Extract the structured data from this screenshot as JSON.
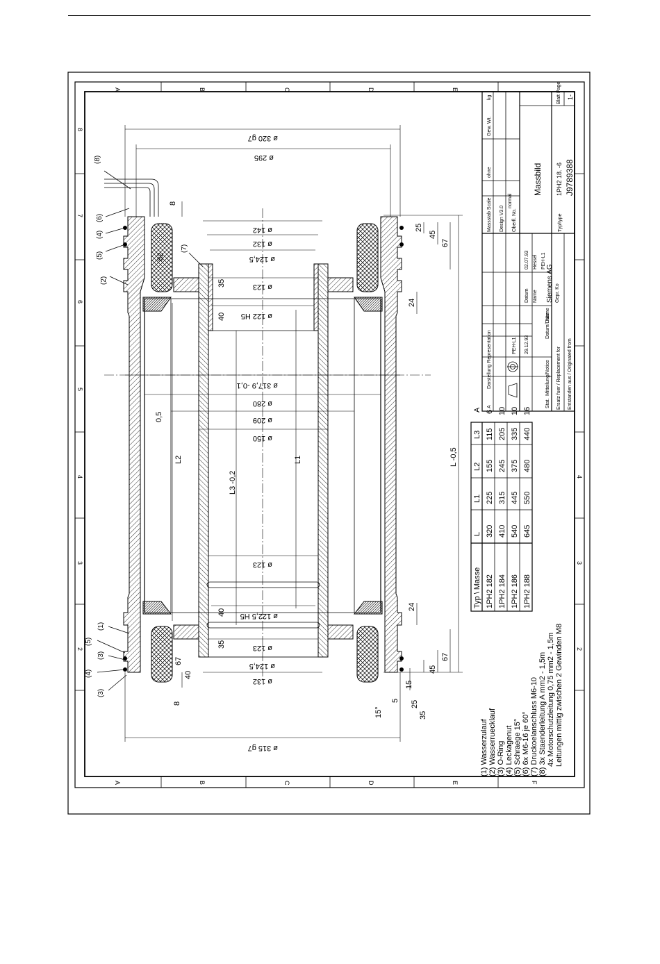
{
  "drawing": {
    "frame_letters": [
      "A",
      "B",
      "C",
      "D",
      "E",
      "F"
    ],
    "frame_numbers": [
      "8",
      "7",
      "6",
      "5",
      "4",
      "3",
      "2"
    ],
    "dimensions": {
      "d320": "ø 320 g7",
      "d295": "ø 295",
      "d142": "ø 142",
      "d132_top": "ø 132",
      "d1245_top": "ø 124,5",
      "d123_top": "ø 123",
      "d122_top": "ø 122 H5",
      "d3179": "ø 317,9 -0,1",
      "d280": "ø 280",
      "d209": "ø 209",
      "d150": "ø 150",
      "d123_mid": "ø 123",
      "d1225": "ø 122,5 H5",
      "d123_bot": "ø 123",
      "d1245_bot": "ø 124,5",
      "d132_bot": "ø 132",
      "d315": "ø 315 g7",
      "v8_top": "8",
      "v25_top": "25",
      "v45_top": "45",
      "v67_top": "67",
      "v82": "82",
      "v35_top": "35",
      "v40_top": "40",
      "v24_top": "24",
      "v24_bot": "24",
      "v40_bot": "40",
      "v35_bot": "35",
      "v67_bot_l": "67",
      "v40_bot_l": "40",
      "v67_bot": "67",
      "v45_bot": "45",
      "v25_bot": "25",
      "v15_bot": "15",
      "v35_b2": "35",
      "v5": "5",
      "v8_bot": "8",
      "v05": "0,5",
      "angle": "15°",
      "L": "L -0,5",
      "L1": "L1",
      "L2": "L2",
      "L3": "L3 -0,2"
    },
    "callouts": [
      "(8)",
      "(6)",
      "(4)",
      "(5)",
      "(2)",
      "(7)",
      "(1)",
      "(5)",
      "(3)",
      "(4)",
      "(3)"
    ],
    "legend": [
      "(1) Wasserzulauf",
      "(2) Wasserruecklauf",
      "(3) O-Ring",
      "(4) Leckagenut",
      "(5) Schraege 15°",
      "(6) 6x M6-16 je 60°",
      "(7) Druckoelanschluss M6-10",
      "(8) 3x Staenderleitung A mm2 - 1,5m",
      "4x Motorschutzleitung 0,75 mm2 - 1,5m",
      "Leitungen mittig zwischen 2 Gewinden M8"
    ],
    "table": {
      "headers": [
        "Typ \\ Masse",
        "L",
        "L1",
        "L2",
        "L3",
        "A"
      ],
      "rows": [
        [
          "1PH2 182",
          "320",
          "225",
          "155",
          "115",
          "6"
        ],
        [
          "1PH2 184",
          "410",
          "315",
          "245",
          "205",
          "10"
        ],
        [
          "1PH2 186",
          "540",
          "445",
          "375",
          "335",
          "10"
        ],
        [
          "1PH2 188",
          "645",
          "550",
          "480",
          "440",
          "16"
        ]
      ]
    },
    "title_block": {
      "massstab_label": "Massstab Scale",
      "massstab_value": "ohne",
      "gew_label": "Gew. Wt.",
      "gew_unit": "kg",
      "design": "Design V3.0",
      "oberfl_label": "Oberfl. No.",
      "oberfl_value": "normal",
      "title": "Massbild",
      "typ_label": "Typ/type",
      "typ_value": "1PH2 18. -6",
      "number": "J9789388",
      "blatt_label": "Blatt Page",
      "blatt_value": "1-",
      "datum_label": "Datum",
      "datum_value": "02.07.93",
      "name_label": "Name",
      "name_value": "Hessel",
      "bearb_value": "PEH-L1",
      "company": "Siemens AG",
      "gepr": "Gepr. Ko",
      "rev_date": "29.12.93",
      "rev_name": "PEH-L1",
      "rev_letter": "A",
      "dar_label": "Darstellung Representation",
      "state_label": "Stat.",
      "mitteilung_label": "Mitteilung/Notice",
      "datum_date_label": "Datum/Date",
      "name_name_label": "Name",
      "ersatz": "Ersatz fuer / Replacement for",
      "entstanden": "Entstanden aus / Originated from"
    }
  }
}
